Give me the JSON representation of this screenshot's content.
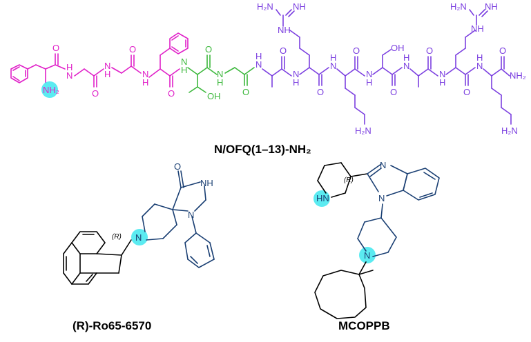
{
  "colors": {
    "magenta": "#e020c8",
    "green": "#3cb83c",
    "purple": "#7b3fe0",
    "navy": "#1a3f73",
    "black": "#000000",
    "highlight": "#3ee8ee"
  },
  "peptide": {
    "caption": "N/OFQ(1–13)-NH₂",
    "amide_o": "O",
    "amide_nh": "H\nN",
    "hn": "N\nH",
    "amine": "NH₂",
    "nh2_terminal": "NH₂",
    "guanidine_nh": "NH",
    "guanidine_h2n": "H₂N",
    "oh": "OH",
    "h2n": "H₂N"
  },
  "ro65": {
    "caption": "(R)-Ro65-6570",
    "o": "O",
    "nh": "NH",
    "n": "N",
    "stereo": "(R)"
  },
  "mcoppb": {
    "caption": "MCOPPB",
    "n": "N",
    "hn": "HN",
    "stereo": "(R)"
  }
}
